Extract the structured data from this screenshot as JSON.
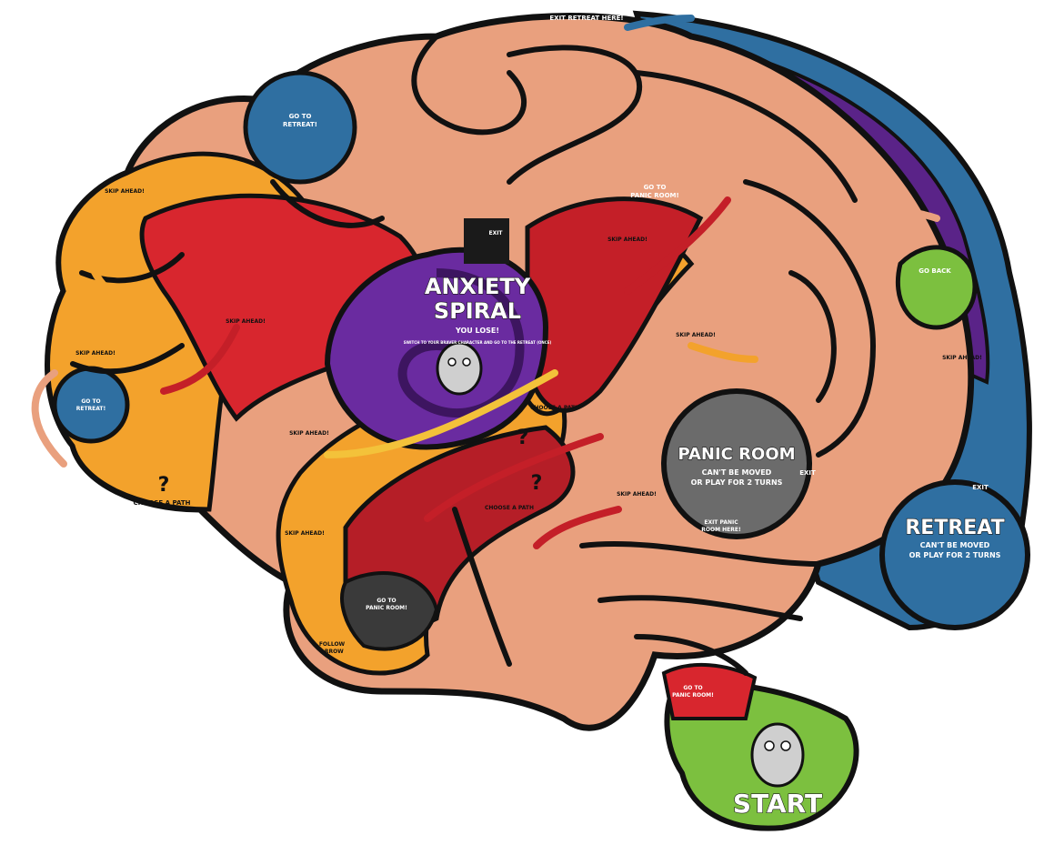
{
  "board": {
    "colors": {
      "skin": "#e9a07e",
      "skin_light": "#f1b596",
      "orange": "#f3a22c",
      "red": "#d8262e",
      "dark_red": "#b51e27",
      "purple": "#6a2ba0",
      "deep_purple": "#3d1560",
      "blue": "#2f6fa1",
      "green": "#7cc03f",
      "gray": "#6b6b6b",
      "outline": "#111111"
    },
    "spaces": {
      "anxiety_spiral": {
        "title_1": "ANXIETY",
        "title_2": "SPIRAL",
        "subtitle": "YOU LOSE!",
        "note": "SWITCH TO YOUR BRAVER CHARACTER AND GO TO THE RETREAT (ONCE)"
      },
      "panic_room": {
        "title": "PANIC ROOM",
        "note_1": "CAN'T BE MOVED",
        "note_2": "OR PLAY FOR 2 TURNS",
        "exit": "EXIT"
      },
      "retreat": {
        "title": "RETREAT",
        "note_1": "CAN'T BE MOVED",
        "note_2": "OR PLAY FOR 2 TURNS",
        "exit": "EXIT"
      },
      "start": {
        "title": "START"
      },
      "exit_retreat": "EXIT RETREAT HERE!",
      "exit_panic_1": "EXIT PANIC",
      "exit_panic_2": "ROOM HERE!",
      "go_retreat_top_1": "GO TO",
      "go_retreat_top_2": "RETREAT!",
      "go_retreat_left_1": "GO TO",
      "go_retreat_left_2": "RETREAT!",
      "go_panic_top_1": "GO TO",
      "go_panic_top_2": "PANIC ROOM!",
      "go_panic_mid_1": "GO TO",
      "go_panic_mid_2": "PANIC ROOM!",
      "go_panic_start_1": "GO TO",
      "go_panic_start_2": "PANIC ROOM!",
      "go_back": "GO BACK",
      "follow_arrow_1": "FOLLOW",
      "follow_arrow_2": "ARROW",
      "choose_path_left": "CHOOSE A PATH",
      "choose_path_mid": "CHOOSE A PATH",
      "choose_path_center": "CHOOSE A PATH",
      "question": "?",
      "skip_ahead": "SKIP AHEAD!",
      "exit_small": "EXIT"
    }
  }
}
